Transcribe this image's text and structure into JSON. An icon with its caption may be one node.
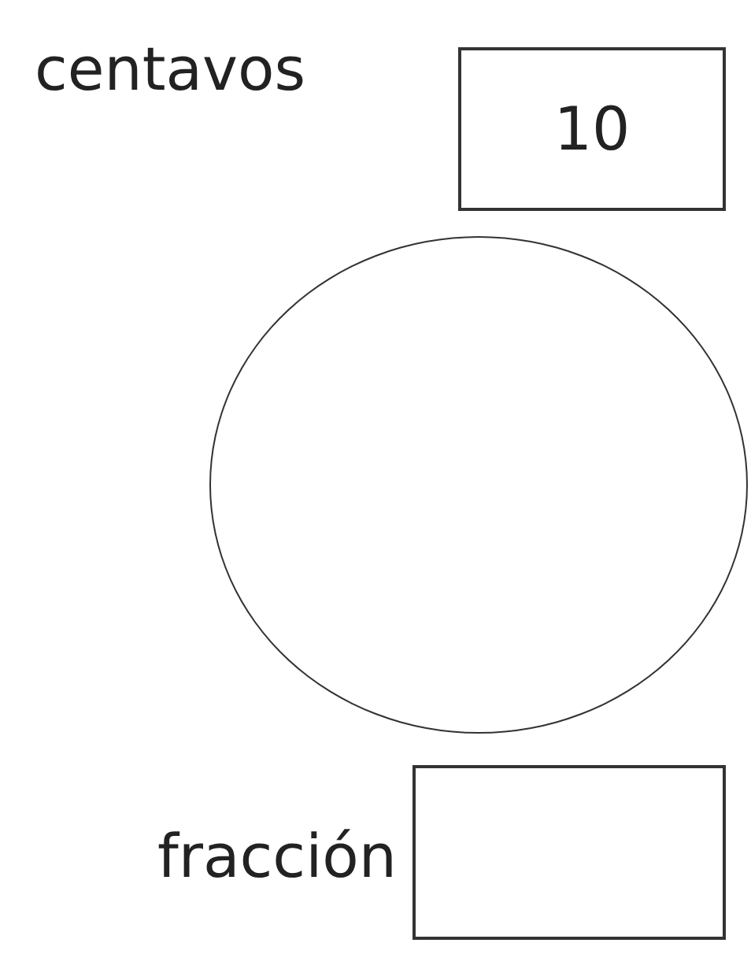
{
  "diagram": {
    "nodes": [
      {
        "text": [
          "10"
        ],
        "beside": [
          "centavos"
        ]
      },
      {
        "text": [],
        "shape": "circle"
      },
      {
        "text": [],
        "shape": "box",
        "beside": [
          "fracción"
        ]
      }
    ]
  }
}
